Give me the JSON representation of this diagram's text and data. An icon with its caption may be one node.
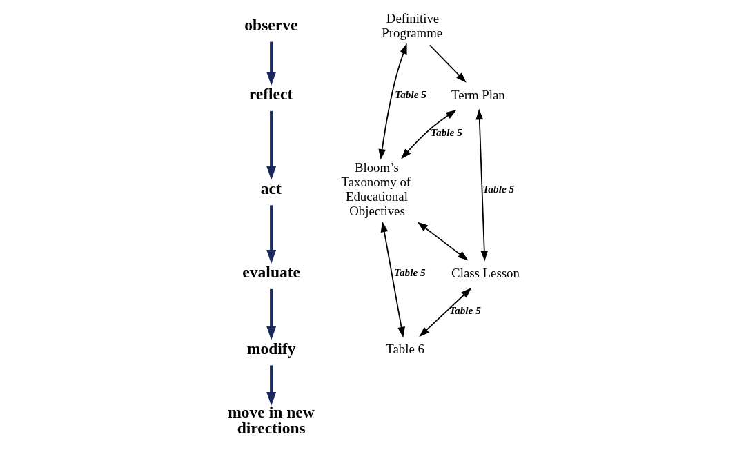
{
  "diagram": {
    "nodes": [
      {
        "text": [
          "move in new directions"
        ]
      },
      {
        "text": [
          "observe"
        ]
      },
      {
        "text": [
          "reflect"
        ]
      },
      {
        "text": [
          "Bloom’s Taxonomy of Educational Objectives"
        ]
      },
      {
        "text": [
          "Definitive Programme"
        ]
      },
      {
        "text": [
          "Table 6"
        ]
      },
      {
        "text": [
          "modify"
        ]
      },
      {
        "text": [
          "Term Plan"
        ]
      },
      {
        "text": [
          "Class Lesson"
        ]
      },
      {
        "text": [
          "act"
        ]
      },
      {
        "text": [
          "evaluate"
        ]
      }
    ],
    "edges": [
      {
        "from": 1,
        "to": 2,
        "arrow": "to",
        "style": "thick",
        "color": "#1b2a5e"
      },
      {
        "from": 2,
        "to": 9,
        "arrow": "to",
        "style": "thick",
        "color": "#1b2a5e"
      },
      {
        "from": 9,
        "to": 10,
        "arrow": "to",
        "style": "thick",
        "color": "#1b2a5e"
      },
      {
        "from": 10,
        "to": 6,
        "arrow": "to",
        "style": "thick",
        "color": "#1b2a5e"
      },
      {
        "from": 6,
        "to": 0,
        "arrow": "to",
        "style": "thick",
        "color": "#1b2a5e"
      },
      {
        "from": 4,
        "to": 3,
        "arrow": "both",
        "label": "Table 5"
      },
      {
        "from": 3,
        "to": 5,
        "arrow": "both",
        "label": "Table 5"
      },
      {
        "from": 4,
        "to": 7,
        "arrow": "to"
      },
      {
        "from": 7,
        "to": 3,
        "arrow": "both",
        "label": "Table 5"
      },
      {
        "from": 3,
        "to": 8,
        "arrow": "both"
      },
      {
        "from": 7,
        "to": 8,
        "arrow": "both",
        "label": "Table 5"
      },
      {
        "from": 8,
        "to": 5,
        "arrow": "both",
        "label": "Table 5"
      }
    ]
  }
}
